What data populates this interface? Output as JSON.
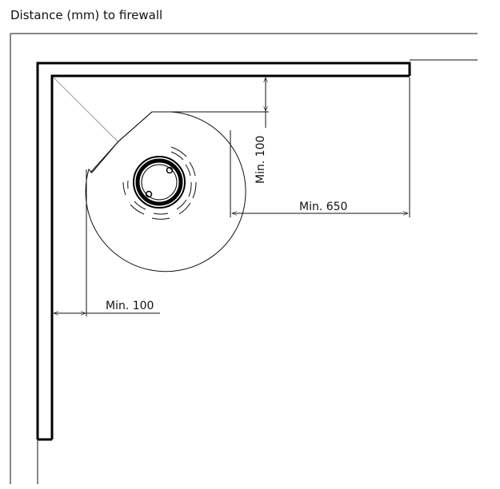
{
  "title": "Distance (mm) to firewall",
  "dimensions": {
    "top_clearance": "Min. 100",
    "side_clearance": "Min. 650",
    "left_clearance": "Min. 100"
  },
  "colors": {
    "line": "#111111",
    "wall": "#000000",
    "faint": "#9a9a9a"
  }
}
